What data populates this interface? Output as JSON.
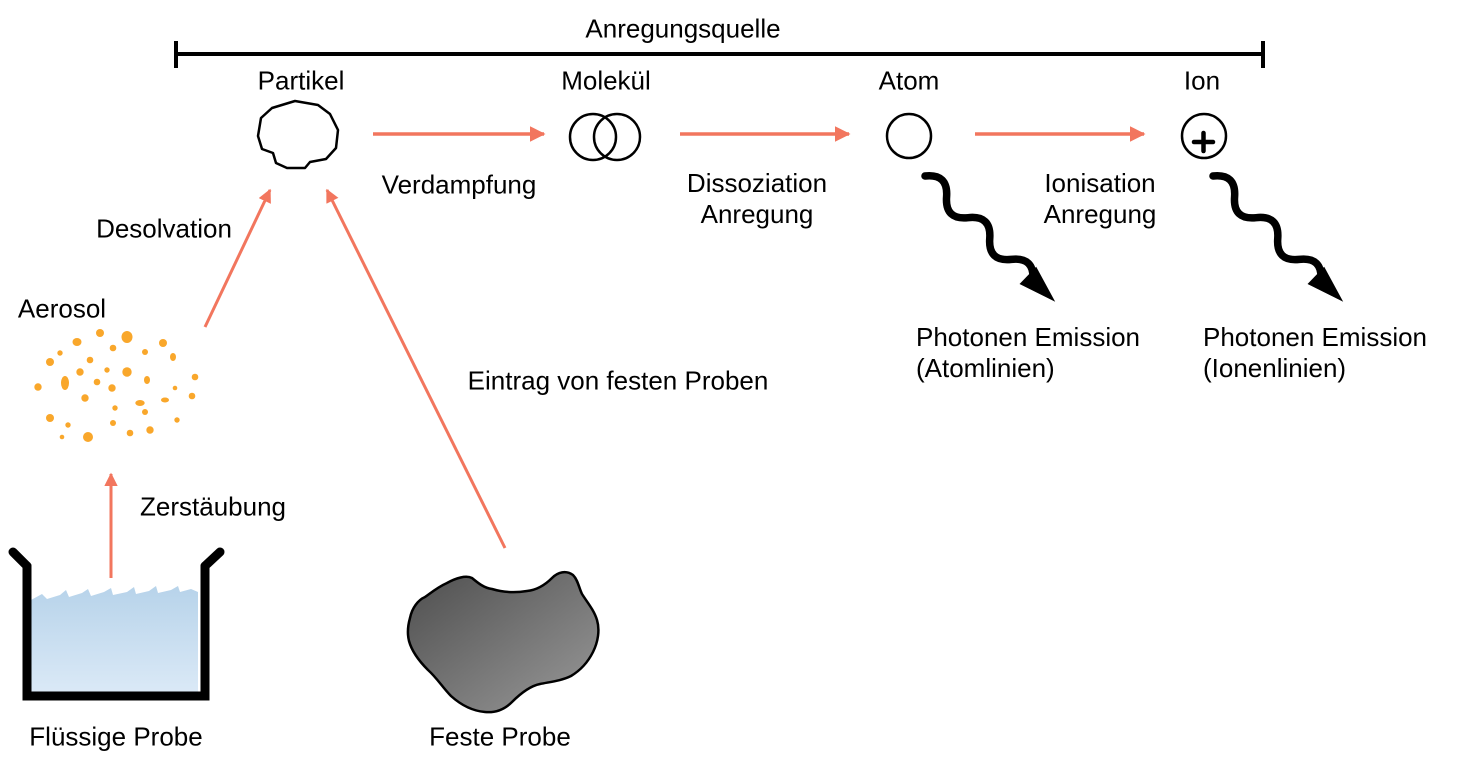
{
  "header": {
    "title": "Anregungsquelle"
  },
  "stages": {
    "particle": "Partikel",
    "molecule": "Molekül",
    "atom": "Atom",
    "ion": "Ion"
  },
  "processes": {
    "verdampfung": "Verdampfung",
    "dissoziation": [
      "Dissoziation",
      "Anregung"
    ],
    "ionisation": [
      "Ionisation",
      "Anregung"
    ],
    "desolvation": "Desolvation",
    "zerstaeubung": "Zerstäubung",
    "eintrag_fest": "Eintrag von festen Proben"
  },
  "emissions": {
    "atom": [
      "Photonen Emission",
      "(Atomlinien)"
    ],
    "ion": [
      "Photonen Emission",
      "(Ionenlinien)"
    ]
  },
  "samples": {
    "aerosol_label": "Aerosol",
    "liquid_label": "Flüssige Probe",
    "solid_label": "Feste Probe"
  },
  "icons": {
    "particle": "particle-blob-icon",
    "molecule": "molecule-circles-icon",
    "atom": "atom-circle-icon",
    "ion": "ion-plus-circle-icon",
    "photon_atom": "photon-wavy-arrow-icon",
    "photon_ion": "photon-wavy-arrow-icon",
    "aerosol": "aerosol-droplets-icon",
    "beaker": "beaker-icon",
    "solid_sample": "solid-sample-blob-icon"
  },
  "colors": {
    "arrow_accent": "#F2765E",
    "aerosol_dots": "#F9A72B",
    "liquid_top": "#B7D3EA",
    "liquid_bottom": "#DCEAF7",
    "solid_dark": "#4E4E4E",
    "solid_light": "#9A9A9A",
    "ink": "#000000"
  }
}
